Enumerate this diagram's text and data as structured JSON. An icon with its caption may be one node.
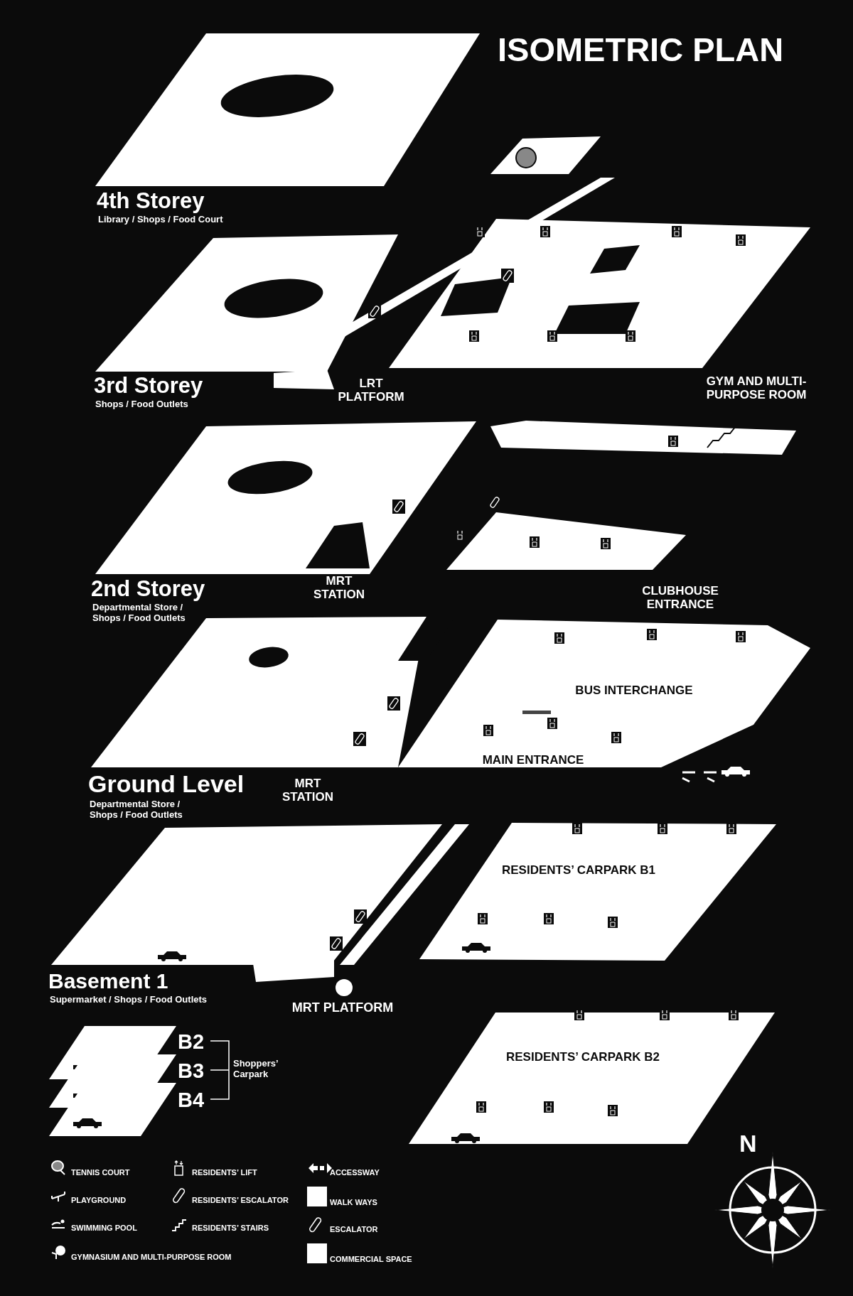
{
  "diagram": {
    "title": "ISOMETRIC PLAN",
    "labels": [
      "4th Storey",
      "Library / Shops / Food Court",
      "3rd Storey",
      "Shops / Food Outlets",
      "LRT PLATFORM",
      "GYM AND MULTI-PURPOSE ROOM",
      "2nd Storey",
      "Departmental Store / Shops / Food Outlets",
      "MRT STATION",
      "CLUBHOUSE ENTRANCE",
      "BUS INTERCHANGE",
      "Ground Level",
      "Departmental Store / Shops / Food Outlets",
      "MRT STATION",
      "MAIN ENTRANCE",
      "RESIDENTS’ CARPARK B1",
      "Basement 1",
      "Supermarket / Shops / Food Outlets",
      "MRT PLATFORM",
      "B2",
      "B3",
      "B4",
      "Shoppers’ Carpark",
      "RESIDENTS’ CARPARK B2",
      "N"
    ],
    "legend": [
      {
        "text": "TENNIS COURT"
      },
      {
        "text": "PLAYGROUND"
      },
      {
        "text": "SWIMMING POOL"
      },
      {
        "text": "GYMNASIUM AND MULTI-PURPOSE ROOM"
      },
      {
        "text": "RESIDENTS’ LIFT"
      },
      {
        "text": "RESIDENTS’ ESCALATOR"
      },
      {
        "text": "RESIDENTS’ STAIRS"
      },
      {
        "text": "ACCESSWAY"
      },
      {
        "text": "WALK WAYS",
        "color": "#ffffff"
      },
      {
        "text": "ESCALATOR"
      },
      {
        "text": "COMMERCIAL SPACE",
        "color": "#ffffff"
      }
    ]
  }
}
